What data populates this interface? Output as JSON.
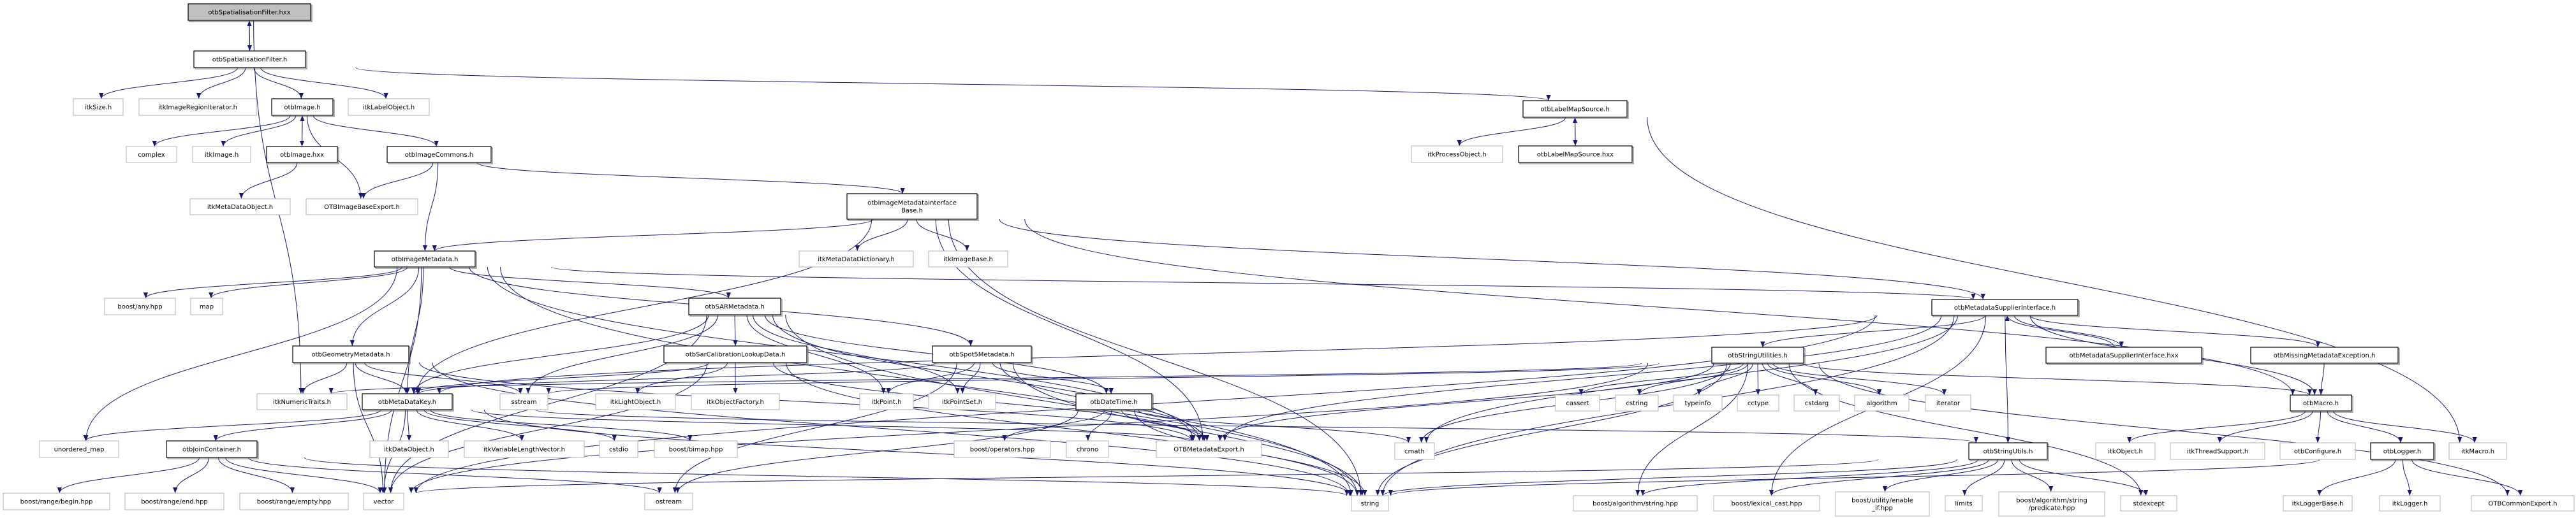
{
  "graph": {
    "edge_color": "#191970",
    "nodes": [
      {
        "id": "sfhxx",
        "lines": [
          "otbSpatialisationFilter.hxx"
        ],
        "kind": "root"
      },
      {
        "id": "sfh",
        "lines": [
          "otbSpatialisationFilter.h"
        ],
        "kind": "doc"
      },
      {
        "id": "itksize",
        "lines": [
          "itkSize.h"
        ],
        "kind": "ext"
      },
      {
        "id": "itkiri",
        "lines": [
          "itkImageRegionIterator.h"
        ],
        "kind": "ext"
      },
      {
        "id": "otbimage",
        "lines": [
          "otbImage.h"
        ],
        "kind": "doc"
      },
      {
        "id": "itklabelobject",
        "lines": [
          "itkLabelObject.h"
        ],
        "kind": "ext"
      },
      {
        "id": "lms",
        "lines": [
          "otbLabelMapSource.h"
        ],
        "kind": "doc"
      },
      {
        "id": "complex",
        "lines": [
          "complex"
        ],
        "kind": "ext"
      },
      {
        "id": "itkimage",
        "lines": [
          "itkImage.h"
        ],
        "kind": "ext"
      },
      {
        "id": "otbimagehxx",
        "lines": [
          "otbImage.hxx"
        ],
        "kind": "doc"
      },
      {
        "id": "imgcommons",
        "lines": [
          "otbImageCommons.h"
        ],
        "kind": "doc"
      },
      {
        "id": "itkprocessobject",
        "lines": [
          "itkProcessObject.h"
        ],
        "kind": "ext"
      },
      {
        "id": "lmshxx",
        "lines": [
          "otbLabelMapSource.hxx"
        ],
        "kind": "doc"
      },
      {
        "id": "itkmdo",
        "lines": [
          "itkMetaDataObject.h"
        ],
        "kind": "ext"
      },
      {
        "id": "imgbaseexport",
        "lines": [
          "OTBImageBaseExport.h"
        ],
        "kind": "ext"
      },
      {
        "id": "imib",
        "lines": [
          "otbImageMetadataInterface",
          "Base.h"
        ],
        "kind": "doc"
      },
      {
        "id": "imgmeta",
        "lines": [
          "otbImageMetadata.h"
        ],
        "kind": "doc"
      },
      {
        "id": "itkmdd",
        "lines": [
          "itkMetaDataDictionary.h"
        ],
        "kind": "ext"
      },
      {
        "id": "itkimagebase",
        "lines": [
          "itkImageBase.h"
        ],
        "kind": "ext"
      },
      {
        "id": "boostany",
        "lines": [
          "boost/any.hpp"
        ],
        "kind": "ext"
      },
      {
        "id": "map",
        "lines": [
          "map"
        ],
        "kind": "ext"
      },
      {
        "id": "sarmeta",
        "lines": [
          "otbSARMetadata.h"
        ],
        "kind": "doc"
      },
      {
        "id": "msi",
        "lines": [
          "otbMetadataSupplierInterface.h"
        ],
        "kind": "doc"
      },
      {
        "id": "geometa",
        "lines": [
          "otbGeometryMetadata.h"
        ],
        "kind": "doc"
      },
      {
        "id": "sarcal",
        "lines": [
          "otbSarCalibrationLookupData.h"
        ],
        "kind": "doc"
      },
      {
        "id": "spot5",
        "lines": [
          "otbSpot5Metadata.h"
        ],
        "kind": "doc"
      },
      {
        "id": "strutilities",
        "lines": [
          "otbStringUtilities.h"
        ],
        "kind": "doc"
      },
      {
        "id": "msihxx",
        "lines": [
          "otbMetadataSupplierInterface.hxx"
        ],
        "kind": "doc"
      },
      {
        "id": "missingexc",
        "lines": [
          "otbMissingMetadataException.h"
        ],
        "kind": "doc"
      },
      {
        "id": "itknumtraits",
        "lines": [
          "itkNumericTraits.h"
        ],
        "kind": "ext"
      },
      {
        "id": "mdkey",
        "lines": [
          "otbMetaDataKey.h"
        ],
        "kind": "doc"
      },
      {
        "id": "sstream",
        "lines": [
          "sstream"
        ],
        "kind": "ext"
      },
      {
        "id": "itklightobject",
        "lines": [
          "itkLightObject.h"
        ],
        "kind": "ext"
      },
      {
        "id": "itkobjfactory",
        "lines": [
          "itkObjectFactory.h"
        ],
        "kind": "ext"
      },
      {
        "id": "itkpoint",
        "lines": [
          "itkPoint.h"
        ],
        "kind": "ext"
      },
      {
        "id": "itkpointset",
        "lines": [
          "itkPointSet.h"
        ],
        "kind": "ext"
      },
      {
        "id": "datetime",
        "lines": [
          "otbDateTime.h"
        ],
        "kind": "doc"
      },
      {
        "id": "cassert",
        "lines": [
          "cassert"
        ],
        "kind": "ext"
      },
      {
        "id": "cstring",
        "lines": [
          "cstring"
        ],
        "kind": "ext"
      },
      {
        "id": "typeinfo",
        "lines": [
          "typeinfo"
        ],
        "kind": "ext"
      },
      {
        "id": "cctype",
        "lines": [
          "cctype"
        ],
        "kind": "ext"
      },
      {
        "id": "cstdarg",
        "lines": [
          "cstdarg"
        ],
        "kind": "ext"
      },
      {
        "id": "algorithm",
        "lines": [
          "algorithm"
        ],
        "kind": "ext"
      },
      {
        "id": "iterator",
        "lines": [
          "iterator"
        ],
        "kind": "ext"
      },
      {
        "id": "otbmacro",
        "lines": [
          "otbMacro.h"
        ],
        "kind": "doc"
      },
      {
        "id": "unorderedmap",
        "lines": [
          "unordered_map"
        ],
        "kind": "ext"
      },
      {
        "id": "joincontainer",
        "lines": [
          "otbJoinContainer.h"
        ],
        "kind": "doc"
      },
      {
        "id": "itkdataobject",
        "lines": [
          "itkDataObject.h"
        ],
        "kind": "ext"
      },
      {
        "id": "itkvlv",
        "lines": [
          "itkVariableLengthVector.h"
        ],
        "kind": "ext"
      },
      {
        "id": "cstdio",
        "lines": [
          "cstdio"
        ],
        "kind": "ext"
      },
      {
        "id": "boostbimap",
        "lines": [
          "boost/bimap.hpp"
        ],
        "kind": "ext"
      },
      {
        "id": "boostops",
        "lines": [
          "boost/operators.hpp"
        ],
        "kind": "ext"
      },
      {
        "id": "chrono",
        "lines": [
          "chrono"
        ],
        "kind": "ext"
      },
      {
        "id": "mdexport",
        "lines": [
          "OTBMetadataExport.h"
        ],
        "kind": "ext"
      },
      {
        "id": "cmath",
        "lines": [
          "cmath"
        ],
        "kind": "ext"
      },
      {
        "id": "strutils",
        "lines": [
          "otbStringUtils.h"
        ],
        "kind": "doc"
      },
      {
        "id": "itkobject",
        "lines": [
          "itkObject.h"
        ],
        "kind": "ext"
      },
      {
        "id": "itkthread",
        "lines": [
          "itkThreadSupport.h"
        ],
        "kind": "ext"
      },
      {
        "id": "otbconfigure",
        "lines": [
          "otbConfigure.h"
        ],
        "kind": "ext"
      },
      {
        "id": "otblogger",
        "lines": [
          "otbLogger.h"
        ],
        "kind": "doc"
      },
      {
        "id": "itkmacro",
        "lines": [
          "itkMacro.h"
        ],
        "kind": "ext"
      },
      {
        "id": "rangebegin",
        "lines": [
          "boost/range/begin.hpp"
        ],
        "kind": "ext"
      },
      {
        "id": "rangeend",
        "lines": [
          "boost/range/end.hpp"
        ],
        "kind": "ext"
      },
      {
        "id": "rangeempty",
        "lines": [
          "boost/range/empty.hpp"
        ],
        "kind": "ext"
      },
      {
        "id": "vector",
        "lines": [
          "vector"
        ],
        "kind": "ext"
      },
      {
        "id": "ostream",
        "lines": [
          "ostream"
        ],
        "kind": "ext"
      },
      {
        "id": "string",
        "lines": [
          "string"
        ],
        "kind": "ext"
      },
      {
        "id": "boostalgstring",
        "lines": [
          "boost/algorithm/string.hpp"
        ],
        "kind": "ext"
      },
      {
        "id": "lexicalcast",
        "lines": [
          "boost/lexical_cast.hpp"
        ],
        "kind": "ext"
      },
      {
        "id": "enableif",
        "lines": [
          "boost/utility/enable",
          "_if.hpp"
        ],
        "kind": "ext"
      },
      {
        "id": "limits",
        "lines": [
          "limits"
        ],
        "kind": "ext"
      },
      {
        "id": "predicate",
        "lines": [
          "boost/algorithm/string",
          "/predicate.hpp"
        ],
        "kind": "ext"
      },
      {
        "id": "stdexcept",
        "lines": [
          "stdexcept"
        ],
        "kind": "ext"
      },
      {
        "id": "itkloggerbase",
        "lines": [
          "itkLoggerBase.h"
        ],
        "kind": "ext"
      },
      {
        "id": "itklogger",
        "lines": [
          "itkLogger.h"
        ],
        "kind": "ext"
      },
      {
        "id": "commonexport",
        "lines": [
          "OTBCommonExport.h"
        ],
        "kind": "ext"
      }
    ],
    "edges": [
      [
        "sfhxx",
        "sfh"
      ],
      [
        "sfh",
        "sfhxx"
      ],
      [
        "sfhxx",
        "itknumtraits"
      ],
      [
        "sfh",
        "itksize"
      ],
      [
        "sfh",
        "itkiri"
      ],
      [
        "sfh",
        "otbimage"
      ],
      [
        "sfh",
        "itklabelobject"
      ],
      [
        "sfh",
        "lms"
      ],
      [
        "otbimage",
        "complex"
      ],
      [
        "otbimage",
        "itkimage"
      ],
      [
        "otbimage",
        "otbimagehxx"
      ],
      [
        "otbimagehxx",
        "otbimage"
      ],
      [
        "otbimage",
        "imgbaseexport"
      ],
      [
        "otbimage",
        "imgcommons"
      ],
      [
        "otbimagehxx",
        "itkmdo"
      ],
      [
        "imgcommons",
        "imgbaseexport"
      ],
      [
        "imgcommons",
        "imgmeta"
      ],
      [
        "imgcommons",
        "imib"
      ],
      [
        "lms",
        "itkprocessobject"
      ],
      [
        "lms",
        "lmshxx"
      ],
      [
        "lmshxx",
        "lms"
      ],
      [
        "lms",
        "itkmacro"
      ],
      [
        "imib",
        "itkmdd"
      ],
      [
        "imib",
        "itkimagebase"
      ],
      [
        "imib",
        "imgmeta"
      ],
      [
        "imib",
        "mdkey"
      ],
      [
        "imib",
        "mdexport"
      ],
      [
        "imib",
        "string"
      ],
      [
        "imib",
        "msi"
      ],
      [
        "imib",
        "otbmacro"
      ],
      [
        "imgmeta",
        "boostany"
      ],
      [
        "imgmeta",
        "map"
      ],
      [
        "imgmeta",
        "unorderedmap"
      ],
      [
        "imgmeta",
        "vector"
      ],
      [
        "imgmeta",
        "geometa"
      ],
      [
        "imgmeta",
        "mdkey"
      ],
      [
        "imgmeta",
        "sarmeta"
      ],
      [
        "imgmeta",
        "spot5"
      ],
      [
        "imgmeta",
        "mdexport"
      ],
      [
        "imgmeta",
        "string"
      ],
      [
        "imgmeta",
        "msi"
      ],
      [
        "geometa",
        "mdkey"
      ],
      [
        "geometa",
        "sstream"
      ],
      [
        "geometa",
        "vector"
      ],
      [
        "geometa",
        "string"
      ],
      [
        "geometa",
        "mdexport"
      ],
      [
        "geometa",
        "itknumtraits"
      ],
      [
        "mdkey",
        "unorderedmap"
      ],
      [
        "mdkey",
        "joincontainer"
      ],
      [
        "mdkey",
        "vector"
      ],
      [
        "mdkey",
        "itkdataobject"
      ],
      [
        "mdkey",
        "itkvlv"
      ],
      [
        "mdkey",
        "cstdio"
      ],
      [
        "mdkey",
        "boostbimap"
      ],
      [
        "mdkey",
        "mdexport"
      ],
      [
        "mdkey",
        "string"
      ],
      [
        "mdkey",
        "strutils"
      ],
      [
        "joincontainer",
        "rangebegin"
      ],
      [
        "joincontainer",
        "rangeend"
      ],
      [
        "joincontainer",
        "rangeempty"
      ],
      [
        "joincontainer",
        "vector"
      ],
      [
        "joincontainer",
        "string"
      ],
      [
        "joincontainer",
        "ostream"
      ],
      [
        "sarmeta",
        "sarcal"
      ],
      [
        "sarmeta",
        "itkpoint"
      ],
      [
        "sarmeta",
        "itkpointset"
      ],
      [
        "sarmeta",
        "datetime"
      ],
      [
        "sarmeta",
        "mdexport"
      ],
      [
        "sarmeta",
        "mdkey"
      ],
      [
        "sarmeta",
        "vector"
      ],
      [
        "sarmeta",
        "sstream"
      ],
      [
        "sarmeta",
        "string"
      ],
      [
        "sarcal",
        "itklightobject"
      ],
      [
        "sarcal",
        "itkobjfactory"
      ],
      [
        "sarcal",
        "mdexport"
      ],
      [
        "sarcal",
        "string"
      ],
      [
        "sarcal",
        "mdkey"
      ],
      [
        "sarcal",
        "vector"
      ],
      [
        "spot5",
        "itkpoint"
      ],
      [
        "spot5",
        "itkpointset"
      ],
      [
        "spot5",
        "datetime"
      ],
      [
        "spot5",
        "mdexport"
      ],
      [
        "spot5",
        "mdkey"
      ],
      [
        "spot5",
        "string"
      ],
      [
        "spot5",
        "ostream"
      ],
      [
        "datetime",
        "boostops"
      ],
      [
        "datetime",
        "chrono"
      ],
      [
        "datetime",
        "mdexport"
      ],
      [
        "datetime",
        "string"
      ],
      [
        "datetime",
        "cmath"
      ],
      [
        "datetime",
        "ostream"
      ],
      [
        "msi",
        "strutilities"
      ],
      [
        "msi",
        "msihxx"
      ],
      [
        "msihxx",
        "msi"
      ],
      [
        "msi",
        "missingexc"
      ],
      [
        "msi",
        "otbmacro"
      ],
      [
        "msi",
        "strutils"
      ],
      [
        "msi",
        "string"
      ],
      [
        "msi",
        "lexicalcast"
      ],
      [
        "msi",
        "vector"
      ],
      [
        "msi",
        "mdexport"
      ],
      [
        "msi",
        "mdkey"
      ],
      [
        "msi",
        "cmath"
      ],
      [
        "strutilities",
        "cassert"
      ],
      [
        "strutilities",
        "cstring"
      ],
      [
        "strutilities",
        "typeinfo"
      ],
      [
        "strutilities",
        "cctype"
      ],
      [
        "strutilities",
        "cstdarg"
      ],
      [
        "strutilities",
        "algorithm"
      ],
      [
        "strutilities",
        "iterator"
      ],
      [
        "strutilities",
        "string"
      ],
      [
        "strutilities",
        "vector"
      ],
      [
        "strutilities",
        "stdexcept"
      ],
      [
        "strutilities",
        "otbmacro"
      ],
      [
        "strutilities",
        "sstream"
      ],
      [
        "strutilities",
        "cmath"
      ],
      [
        "strutilities",
        "boostalgstring"
      ],
      [
        "strutilities",
        "commonexport"
      ],
      [
        "strutilities",
        "mdexport"
      ],
      [
        "strutilities",
        "itknumtraits"
      ],
      [
        "missingexc",
        "otbmacro"
      ],
      [
        "otbmacro",
        "itkobject"
      ],
      [
        "otbmacro",
        "itkthread"
      ],
      [
        "otbmacro",
        "otbconfigure"
      ],
      [
        "otbmacro",
        "otblogger"
      ],
      [
        "otbmacro",
        "itkmacro"
      ],
      [
        "otblogger",
        "itkloggerbase"
      ],
      [
        "otblogger",
        "itklogger"
      ],
      [
        "otblogger",
        "commonexport"
      ],
      [
        "otblogger",
        "string"
      ],
      [
        "strutils",
        "string"
      ],
      [
        "strutils",
        "vector"
      ],
      [
        "strutils",
        "limits"
      ],
      [
        "strutils",
        "predicate"
      ],
      [
        "strutils",
        "stdexcept"
      ],
      [
        "strutils",
        "boostalgstring"
      ],
      [
        "strutils",
        "lexicalcast"
      ],
      [
        "strutils",
        "enableif"
      ]
    ]
  }
}
